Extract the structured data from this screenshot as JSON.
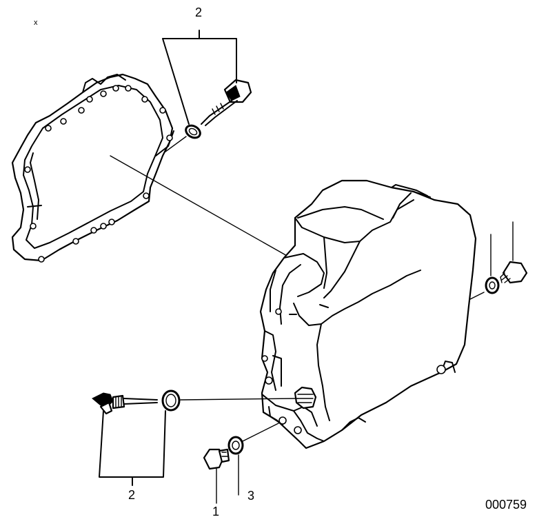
{
  "corner_mark": "x",
  "drawing_number": "000759",
  "callouts": {
    "top_group": "2",
    "bottom_group": "2",
    "drain_plug": "1",
    "washer": "3"
  }
}
